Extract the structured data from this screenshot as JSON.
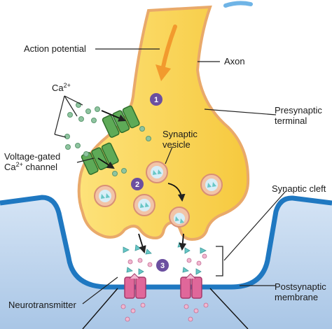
{
  "labels": {
    "action_potential": "Action potential",
    "axon": "Axon",
    "ca_ion": "Ca",
    "ca_ion_charge": "2+",
    "presynaptic_terminal_line1": "Presynaptic",
    "presynaptic_terminal_line2": "terminal",
    "synaptic_vesicle_line1": "Synaptic",
    "synaptic_vesicle_line2": "vesicle",
    "voltage_gated_line1": "Voltage-gated",
    "voltage_gated_line2_prefix": "Ca",
    "voltage_gated_line2_charge": "2+",
    "voltage_gated_line2_suffix": " channel",
    "synaptic_cleft": "Synaptic cleft",
    "neurotransmitter": "Neurotransmitter",
    "postsynaptic_membrane_line1": "Postsynaptic",
    "postsynaptic_membrane_line2": "membrane"
  },
  "steps": [
    "1",
    "2",
    "3"
  ],
  "colors": {
    "terminal_fill": "#fbd659",
    "terminal_border": "#e9a96a",
    "postsynaptic_fill": "#bdd4ee",
    "membrane_blue": "#1f78c1",
    "channel_green": "#5eaa57",
    "receptor_pink": "#e0679a",
    "step_purple": "#6b4fa0",
    "arrow_orange": "#f29a2e",
    "neurotransmitter_teal": "#68c6c6",
    "calcium_green": "#8fc4a0"
  }
}
